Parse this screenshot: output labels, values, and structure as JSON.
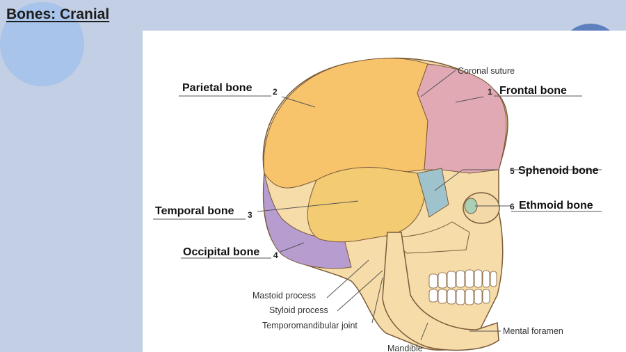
{
  "slide": {
    "title": "Bones: Cranial"
  },
  "diagram": {
    "labels": [
      {
        "number": "1",
        "name": "Frontal bone"
      },
      {
        "number": "2",
        "name": "Parietal bone"
      },
      {
        "number": "3",
        "name": "Temporal bone"
      },
      {
        "number": "4",
        "name": "Occipital bone"
      },
      {
        "number": "5",
        "name": "Sphenoid bone"
      },
      {
        "number": "6",
        "name": "Ethmoid bone"
      }
    ],
    "annotations": {
      "coronal_suture": "Coronal suture",
      "mastoid_process": "Mastoid process",
      "styloid_process": "Styloid process",
      "tmj": "Temporomandibular joint",
      "mental_foramen": "Mental foramen",
      "mandible": "Mandible"
    }
  },
  "colors": {
    "parietal": "#f7c36b",
    "frontal": "#e1a9b4",
    "temporal": "#f3cb72",
    "occipital": "#b69ccf",
    "sphenoid": "#9fc3cc",
    "ethmoid": "#a7d0b4",
    "face": "#f6dca8",
    "background": "#c3cfe4"
  }
}
